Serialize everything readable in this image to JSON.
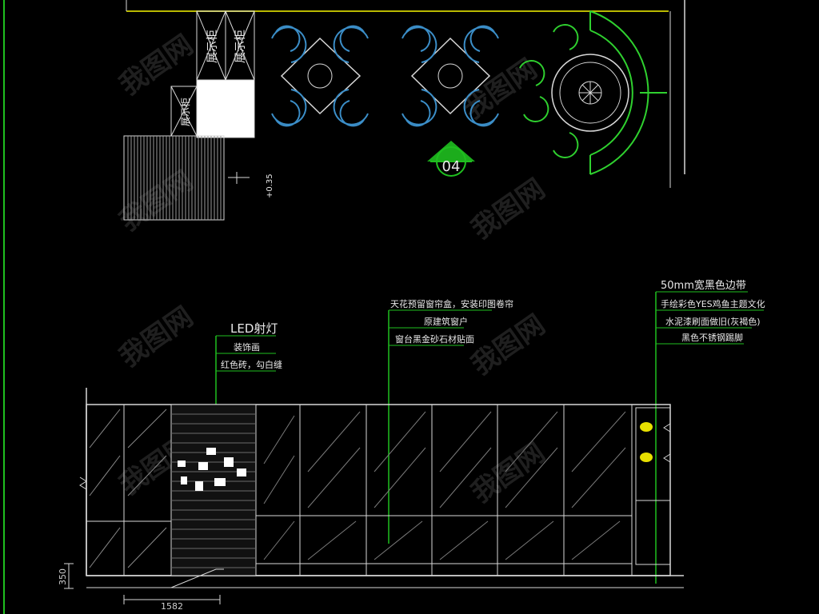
{
  "plan": {
    "cabinet_labels": [
      "展示柜",
      "展示柜"
    ],
    "side_cabinet_label": "展示柜",
    "level_mark": "+0.35",
    "section_marker": "04"
  },
  "annotations": {
    "left": [
      "LED射灯",
      "装饰画",
      "红色砖，勾白缝"
    ],
    "middle": [
      "天花预留窗帘盒，安装印图卷帘",
      "原建筑窗户",
      "窗台黑金砂石材贴面"
    ],
    "right": [
      "50mm宽黑色边带",
      "手绘彩色YES鸡鱼主题文化",
      "水泥漆刷面做旧(灰褐色)",
      "黑色不锈钢踢脚"
    ]
  },
  "dimensions": {
    "height": "350",
    "width": "1582"
  },
  "colors": {
    "background": "#000000",
    "table_blue": "#3b8ec8",
    "chair_green": "#2fd12f",
    "leader_green": "#1fbf1f",
    "line_white": "#d8d8d8",
    "hatch": "#8a8a8a",
    "fish_yellow": "#e8e000"
  },
  "watermark": "我图网"
}
